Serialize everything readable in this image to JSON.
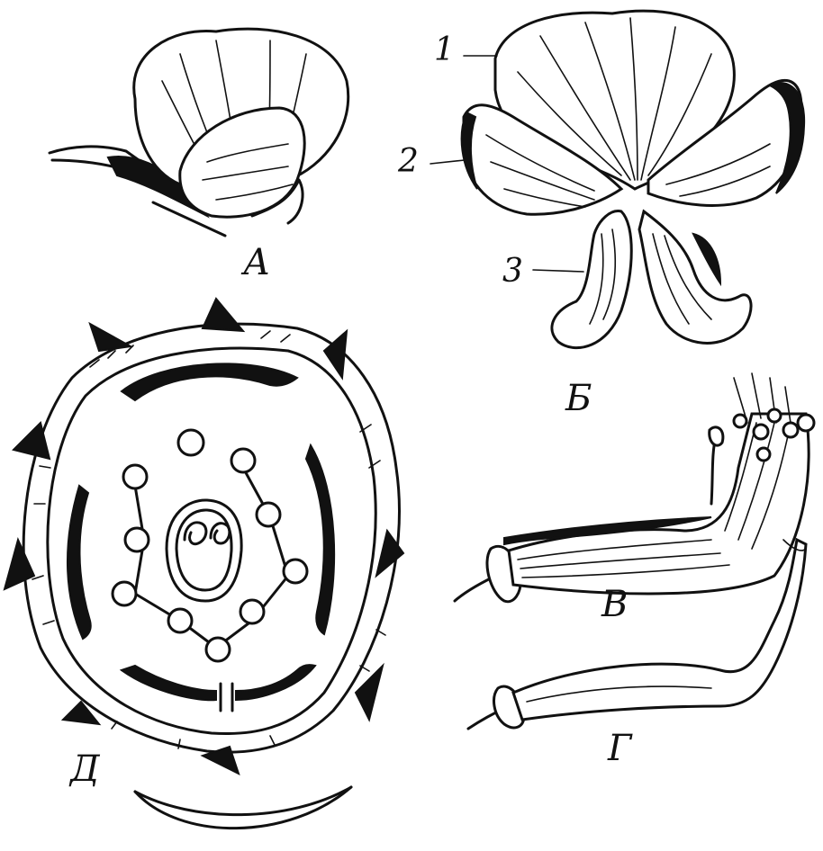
{
  "figure": {
    "panels": {
      "a": {
        "label": "А"
      },
      "b": {
        "label": "Б",
        "parts": [
          "1",
          "2",
          "3"
        ]
      },
      "v": {
        "label": "В"
      },
      "g": {
        "label": "Г"
      },
      "d": {
        "label": "Д"
      }
    }
  }
}
